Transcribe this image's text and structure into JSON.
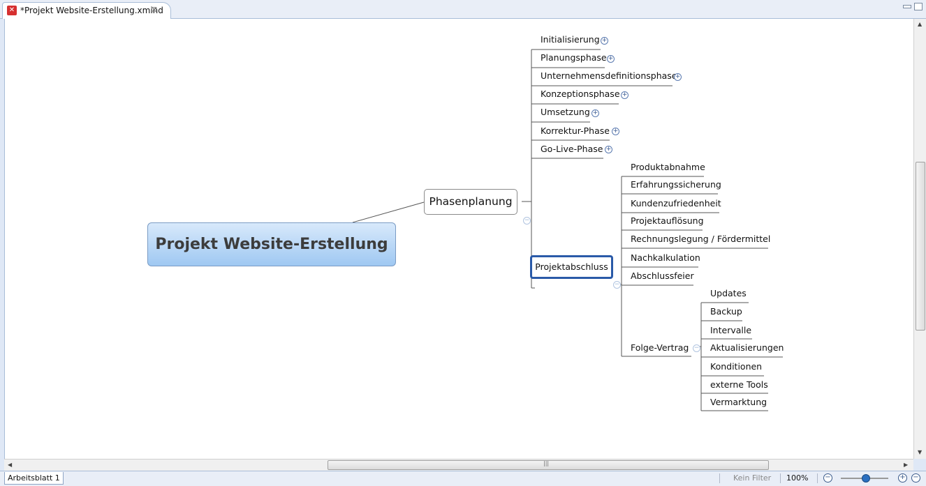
{
  "tab": {
    "title": "*Projekt Website-Erstellung.xmind",
    "close": "⊠",
    "icon": "xmind-logo-icon"
  },
  "map": {
    "central": "Projekt Website-Erstellung",
    "main_topic": "Phasenplanung",
    "phases": [
      "Initialisierung",
      "Planungsphase",
      "Unternehmensdefinitionsphase",
      "Konzeptionsphase",
      "Umsetzung",
      "Korrektur-Phase",
      "Go-Live-Phase"
    ],
    "selected": "Projektabschluss",
    "abschluss_items": [
      "Produktabnahme",
      "Erfahrungssicherung",
      "Kundenzufriedenheit",
      "Projektauflösung",
      "Rechnungslegung / Fördermittel",
      "Nachkalkulation",
      "Abschlussfeier"
    ],
    "folge": "Folge-Vertrag",
    "folge_items": [
      "Updates",
      "Backup",
      "Intervalle",
      "Aktualisierungen",
      "Konditionen",
      "externe Tools",
      "Vermarktung"
    ]
  },
  "status": {
    "sheet": "Arbeitsblatt 1",
    "filter": "Kein Filter",
    "zoom": "100%"
  },
  "glyphs": {
    "plus": "+",
    "minus": "−",
    "grip": "|||",
    "up": "▲",
    "down": "▼",
    "left": "◀",
    "right": "▶"
  }
}
